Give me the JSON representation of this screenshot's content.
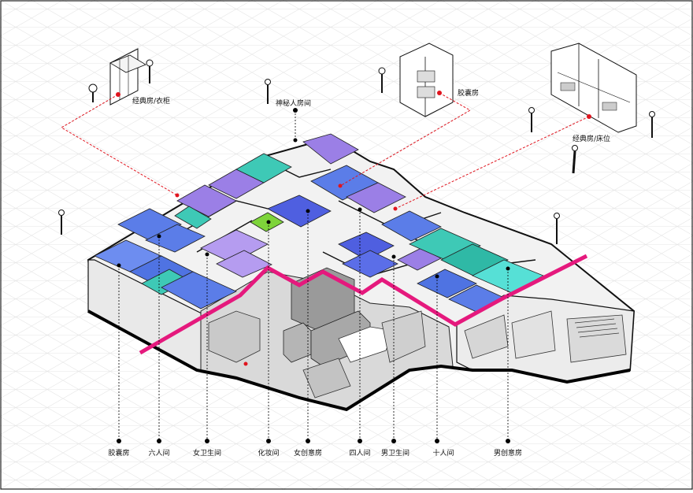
{
  "callouts": {
    "classic_wardrobe": "经典房/衣柜",
    "secret_room": "神秘人房间",
    "capsule_top": "胶囊房",
    "classic_bed": "经典房/床位"
  },
  "bottom_labels": [
    "胶囊房",
    "六人间",
    "女卫生间",
    "化妆间",
    "女创意房",
    "四人间",
    "男卫生间",
    "十人间",
    "男创意房"
  ],
  "colors": {
    "accent_line": "#e5197d",
    "marker": "#e0141e",
    "purple": "#9b7fe6",
    "blue": "#5b7de8",
    "teal": "#3ec9b6",
    "green": "#7ed43a"
  }
}
